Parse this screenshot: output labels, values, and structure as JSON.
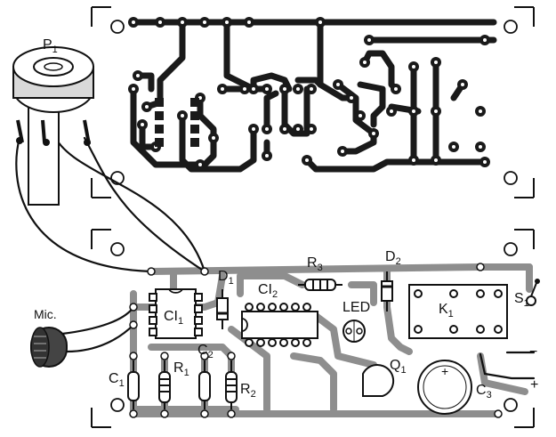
{
  "labels": {
    "potentiometer": "P",
    "potentiometer_sub": "1",
    "mic": "Mic.",
    "ic1": "CI",
    "ic1_sub": "1",
    "ic2": "CI",
    "ic2_sub": "2",
    "d1": "D",
    "d1_sub": "1",
    "d2": "D",
    "d2_sub": "2",
    "r1": "R",
    "r1_sub": "1",
    "r2": "R",
    "r2_sub": "2",
    "r3": "R",
    "r3_sub": "3",
    "c1": "C",
    "c1_sub": "1",
    "c2": "C",
    "c2_sub": "2",
    "c3": "C",
    "c3_sub": "3",
    "led": "LED",
    "q1": "Q",
    "q1_sub": "1",
    "k1": "K",
    "k1_sub": "1",
    "s1": "S",
    "s1_sub": "1",
    "minus": "−",
    "plus": "+",
    "c3_plus": "+"
  },
  "colors": {
    "copper_track": "#1a1a1a",
    "silkscreen_track": "#8e8e8e",
    "background": "#ffffff"
  }
}
